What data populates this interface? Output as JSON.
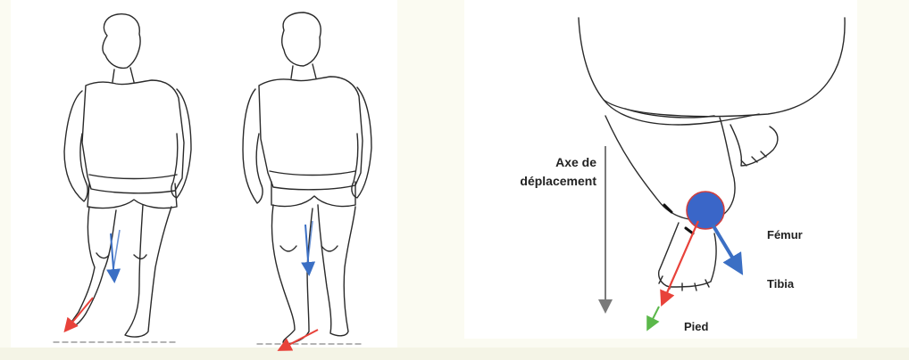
{
  "labels": {
    "axis_line1": "Axe de",
    "axis_line2": "déplacement",
    "femur": "Fémur",
    "tibia": "Tibia",
    "pied": "Pied"
  },
  "colors": {
    "femur_arrow": "#e8423a",
    "tibia_arrow": "#3b6fc4",
    "foot_arrow": "#5bb84a",
    "axis_arrow": "#7a7a7a",
    "joint_marker": "#3a66c8",
    "outline": "#2a2a2a"
  }
}
